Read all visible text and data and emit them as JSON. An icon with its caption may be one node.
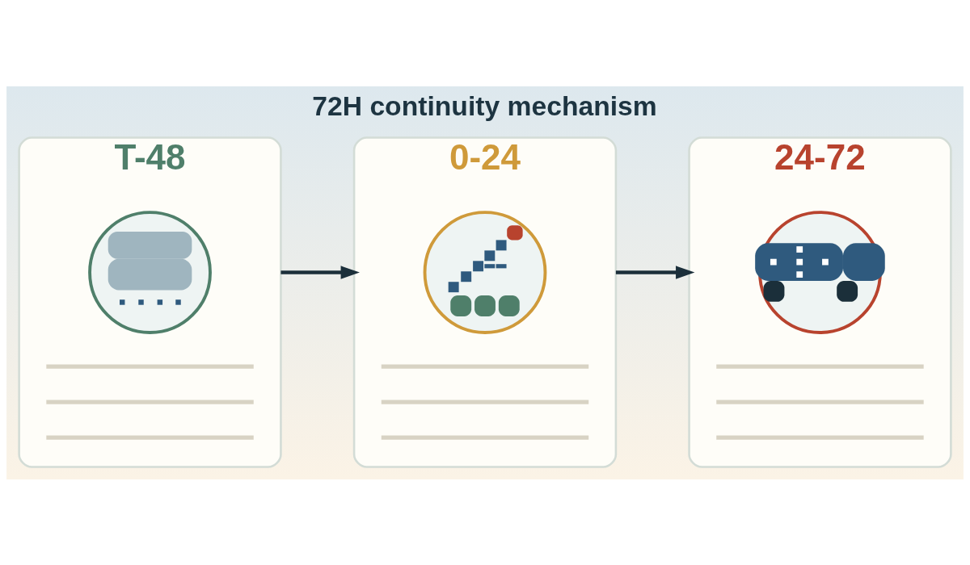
{
  "diagram": {
    "title": "72H continuity mechanism",
    "nodes": [
      {
        "text": [
          "T-48"
        ]
      },
      {
        "text": [],
        "shape": "picture",
        "in": 0
      },
      {
        "text": [],
        "shape": "bar",
        "in": 0
      },
      {
        "text": [],
        "shape": "bar",
        "in": 0
      },
      {
        "text": [],
        "shape": "bar",
        "in": 0
      },
      {
        "text": [
          "0-24"
        ]
      },
      {
        "text": [],
        "shape": "picture",
        "in": 5
      },
      {
        "text": [],
        "shape": "bar",
        "in": 5
      },
      {
        "text": [],
        "shape": "bar",
        "in": 5
      },
      {
        "text": [],
        "shape": "bar",
        "in": 5
      },
      {
        "text": [
          "24-72"
        ]
      },
      {
        "text": [],
        "shape": "picture",
        "in": 10
      },
      {
        "text": [],
        "shape": "bar",
        "in": 10
      },
      {
        "text": [],
        "shape": "bar",
        "in": 10
      },
      {
        "text": [],
        "shape": "bar",
        "in": 10
      }
    ],
    "edges": [
      {
        "from": 0,
        "to": 5,
        "arrow": "to"
      },
      {
        "from": 5,
        "to": 10,
        "arrow": "to"
      }
    ]
  }
}
